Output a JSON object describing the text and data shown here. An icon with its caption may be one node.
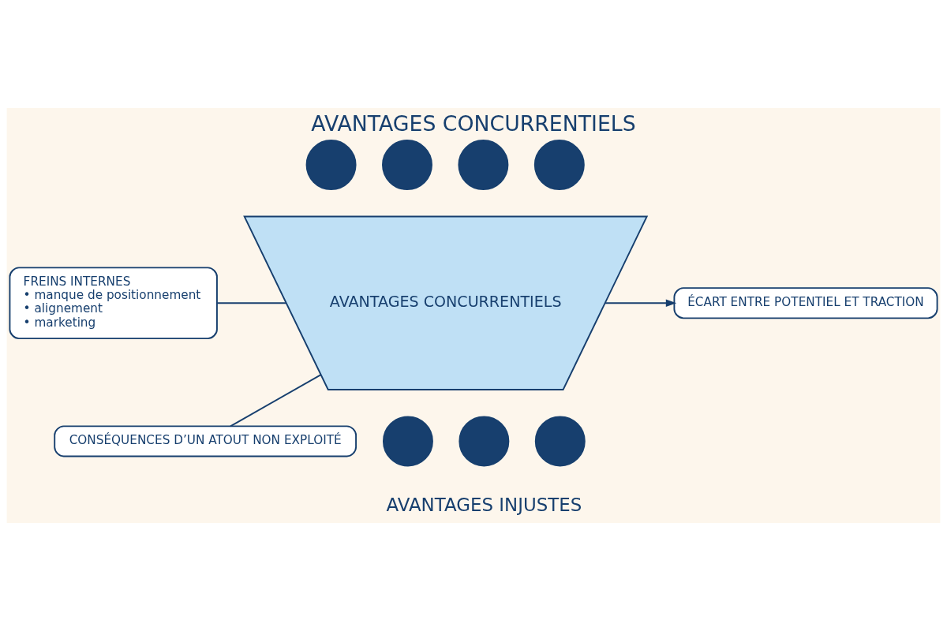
{
  "diagram": {
    "title": "AVANTAGES CONCURRENTIELS",
    "nodes": [
      {
        "text": [],
        "shape": "circle"
      },
      {
        "text": [],
        "shape": "circle"
      },
      {
        "text": [],
        "shape": "circle"
      },
      {
        "text": [],
        "shape": "circle"
      },
      {
        "text": [
          "AVANTAGES CONCURRENTIELS"
        ]
      },
      {
        "text": [
          "FREINS INTERNES",
          "• manque de positionnement",
          "• alignement",
          "• marketing"
        ]
      },
      {
        "text": [
          "ÉCART ENTRE POTENTIEL ET TRACTION"
        ]
      },
      {
        "text": [
          "CONSÉQUENCES D’UN ATOUT NON EXPLOITÉ"
        ]
      },
      {
        "text": [],
        "shape": "circle"
      },
      {
        "text": [],
        "shape": "circle"
      },
      {
        "text": [],
        "shape": "circle"
      }
    ],
    "edges": [
      {
        "from": 5,
        "to": 4,
        "arrow": "none"
      },
      {
        "from": 4,
        "to": 6,
        "arrow": "to"
      },
      {
        "from": 4,
        "to": 7,
        "arrow": "none"
      }
    ],
    "labels": [
      "AVANTAGES INJUSTES"
    ]
  }
}
